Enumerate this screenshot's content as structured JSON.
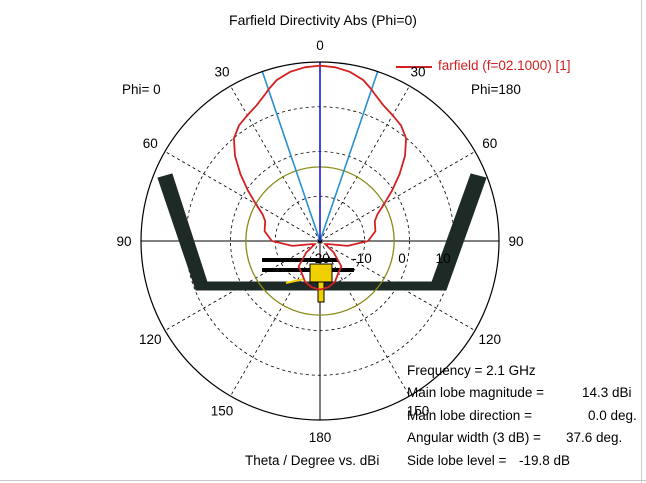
{
  "chart_data": {
    "type": "polar",
    "title": "Farfield Directivity Abs (Phi=0)",
    "phi_left_label": "Phi=  0",
    "phi_right_label": "Phi=180",
    "footer_label": "Theta / Degree vs. dBi",
    "angle_ticks": [
      "0",
      "30",
      "60",
      "90",
      "120",
      "150",
      "180",
      "150",
      "120",
      "90",
      "60",
      "30"
    ],
    "radial_ticks": [
      "-20",
      "-10",
      "0",
      "10"
    ],
    "radial_range_dbi": [
      -20,
      15
    ],
    "main_lobe_direction_deg": 0,
    "half_power_beamwidth_deg": 37.6,
    "series": [
      {
        "name": "farfield (f=02.1000) [1]",
        "color": "#d42020",
        "theta_deg": [
          0,
          5,
          10,
          15,
          18.8,
          20,
          25,
          30,
          35,
          40,
          45,
          50,
          55,
          60,
          65,
          70,
          80,
          90,
          100,
          110,
          120,
          130,
          140,
          150,
          160,
          170,
          180,
          190,
          200,
          210,
          220,
          230,
          240,
          250,
          260,
          270,
          280,
          290,
          295,
          300,
          305,
          310,
          315,
          320,
          325,
          330,
          335,
          340,
          341.2,
          345,
          350,
          355
        ],
        "dbi": [
          14.3,
          14.1,
          13.6,
          12.6,
          11.3,
          10.8,
          9.3,
          8.4,
          7.6,
          6.2,
          3.5,
          0.3,
          -2.8,
          -5.5,
          -7.6,
          -8.6,
          -9.0,
          -10.6,
          -14.5,
          -18.2,
          -18.8,
          -16.5,
          -13.5,
          -12.8,
          -11.5,
          -10.8,
          -10.5,
          -10.8,
          -11.5,
          -12.8,
          -13.5,
          -16.5,
          -18.8,
          -18.2,
          -14.5,
          -10.6,
          -9.0,
          -8.6,
          -7.6,
          -5.5,
          -2.8,
          0.3,
          3.5,
          6.2,
          7.6,
          8.4,
          9.3,
          10.8,
          11.3,
          12.6,
          13.6,
          14.1
        ]
      }
    ],
    "reference_circle_dbi": -5.5,
    "beam_lines_deg": [
      18.8,
      341.2
    ],
    "stats": {
      "frequency_label": "Frequency = 2.1 GHz",
      "main_lobe_magnitude_label": "Main lobe magnitude =",
      "main_lobe_magnitude_value": "14.3 dBi",
      "main_lobe_direction_label": "Main lobe direction =",
      "main_lobe_direction_value": "0.0 deg.",
      "angular_width_label": "Angular width (3 dB) =",
      "angular_width_value": "37.6 deg.",
      "side_lobe_label": "Side lobe level =",
      "side_lobe_value": "-19.8 dB"
    },
    "colors": {
      "outer_circle": "#000000",
      "grid": "#000000",
      "pattern": "#d42020",
      "beam_lines": "#2a8fd0",
      "main_direction": "#1a1ad0",
      "reference_circle": "#8a8a1a",
      "antenna_structure": "#1e2a26",
      "feed": "#f0d000"
    }
  }
}
